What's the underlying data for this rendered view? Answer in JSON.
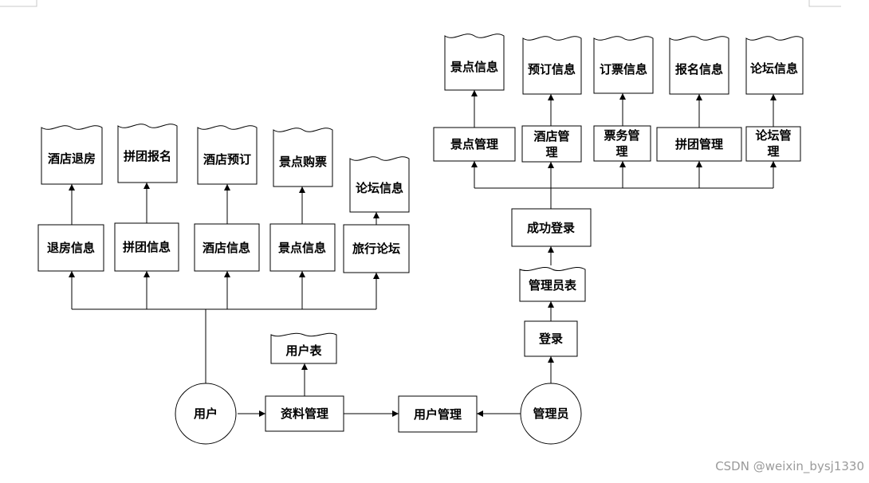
{
  "labels": {
    "user": "用户",
    "admin": "管理员",
    "data_mgmt": "资料管理",
    "user_mgmt": "用户管理",
    "user_table": "用户表",
    "admin_login": "登录",
    "admin_table": "管理员表",
    "login_success": "成功登录",
    "checkout_info": "退房信息",
    "group_info": "拼团信息",
    "hotel_info": "酒店信息",
    "spot_info": "景点信息",
    "travel_forum": "旅行论坛",
    "hotel_checkout": "酒店退房",
    "group_signup": "拼团报名",
    "hotel_booking": "酒店预订",
    "spot_ticket": "景点购票",
    "forum_info_left": "论坛信息",
    "spot_mgmt": "景点管理",
    "hotel_mgmt_1": "酒店管",
    "hotel_mgmt_2": "理",
    "ticket_mgmt_1": "票务管",
    "ticket_mgmt_2": "理",
    "group_mgmt": "拼团管理",
    "forum_mgmt_1": "论坛管",
    "forum_mgmt_2": "理",
    "spot_info_doc": "景点信息",
    "booking_info": "预订信息",
    "ticket_order_info": "订票信息",
    "signup_info": "报名信息",
    "forum_info_right": "论坛信息"
  },
  "watermark": "CSDN @weixin_bysj1330"
}
